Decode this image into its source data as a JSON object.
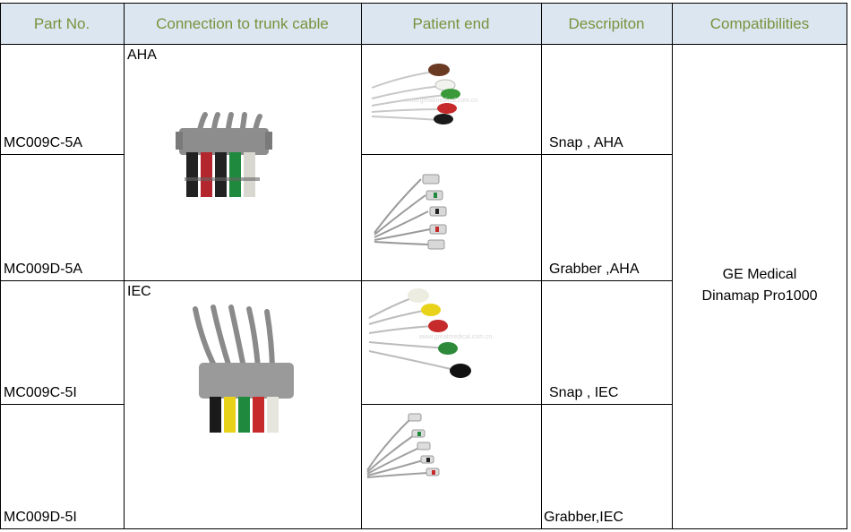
{
  "headers": [
    "Part No.",
    "Connection to trunk cable",
    "Patient end",
    "Descripiton",
    "Compatibilities"
  ],
  "rows": [
    {
      "part_no": "MC009C-5A",
      "description": "Snap , AHA"
    },
    {
      "part_no": "MC009D-5A",
      "description": "Grabber ,AHA"
    },
    {
      "part_no": "MC009C-5I",
      "description": "Snap , IEC"
    },
    {
      "part_no": "MC009D-5I",
      "description": "Grabber,IEC"
    }
  ],
  "connection_labels": [
    "AHA",
    "IEC"
  ],
  "compatibility": [
    "GE Medical",
    "Dinamap Pro1000"
  ],
  "watermark": "www.greatmedical.com.cn",
  "colors": {
    "header_bg": "#dce6f1",
    "header_text": "#76933c",
    "aha_wires": [
      "white",
      "black",
      "red",
      "green",
      "brown"
    ],
    "iec_wires": [
      "white",
      "red",
      "green",
      "yellow",
      "black"
    ]
  }
}
